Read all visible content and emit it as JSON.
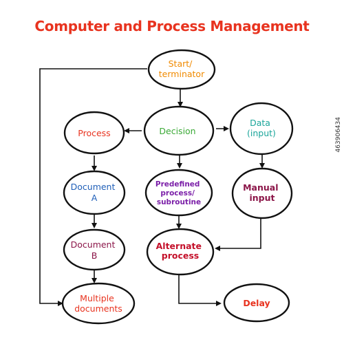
{
  "title": "Computer and Process Management",
  "watermark": "463906434",
  "colors": {
    "title": "#e8331f",
    "outline": "#111111",
    "start": "#f08a00",
    "decision": "#3aa935",
    "data": "#1aa59a",
    "process": "#e8331f",
    "document_a": "#1f5fb8",
    "predefined": "#7b1fa8",
    "manual": "#8b1548",
    "document_b": "#8b1548",
    "alternate": "#c4102a",
    "multiple": "#e8331f",
    "delay": "#e8331f"
  },
  "nodes": {
    "start": [
      "Start/",
      "terminator"
    ],
    "decision": [
      "Decision"
    ],
    "data": [
      "Data",
      "(input)"
    ],
    "process": [
      "Process"
    ],
    "document_a": [
      "Document",
      "A"
    ],
    "predefined": [
      "Predefined",
      "process/",
      "subroutine"
    ],
    "manual": [
      "Manual",
      "input"
    ],
    "document_b": [
      "Document",
      "B"
    ],
    "alternate": [
      "Alternate",
      "process"
    ],
    "multiple": [
      "Multiple",
      "documents"
    ],
    "delay": [
      "Delay"
    ]
  }
}
